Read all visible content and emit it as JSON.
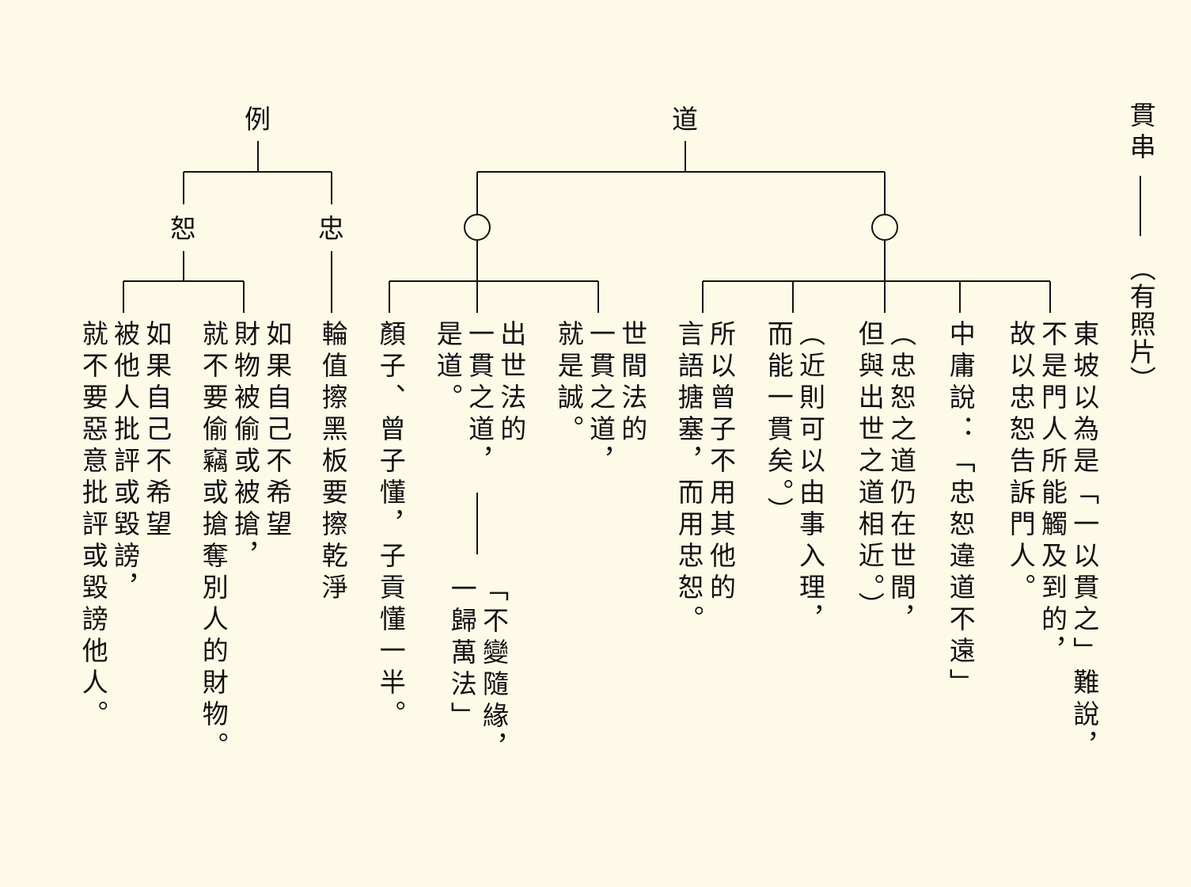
{
  "root": {
    "title": "貫串",
    "note": "（有照片）"
  },
  "dao": {
    "title": "道",
    "right_node": {
      "symbol": "○",
      "items": [
        "東坡以為是「一以貫之」難說，\n不是門人所能觸及到的，\n故以忠恕告訴門人。",
        "中庸說：「忠恕違道不遠」",
        "（忠恕之道仍在世間，\n但與出世之道相近。）",
        "（近則可以由事入理，\n而能一貫矣。）",
        "所以曾子不用其他的\n言語搪塞，而用忠恕。"
      ]
    },
    "left_node": {
      "symbol": "○",
      "items": [
        "世間法的\n一貫之道，\n就是誠。",
        "出世法的\n一貫之道，\n是道。",
        "「不變隨緣，\n一歸萬法」",
        "顏子、曾子懂，子貢懂一半。"
      ]
    }
  },
  "example": {
    "title": "例",
    "zhong": {
      "label": "忠",
      "text": "輪值擦黑板要擦乾淨"
    },
    "shu": {
      "label": "恕",
      "items": [
        "如果自己不希望\n財物被偷或被搶，\n就不要偷竊或搶奪別人的財物。",
        "如果自己不希望\n被他人批評或毀謗，\n就不要惡意批評或毀謗他人。"
      ]
    }
  }
}
